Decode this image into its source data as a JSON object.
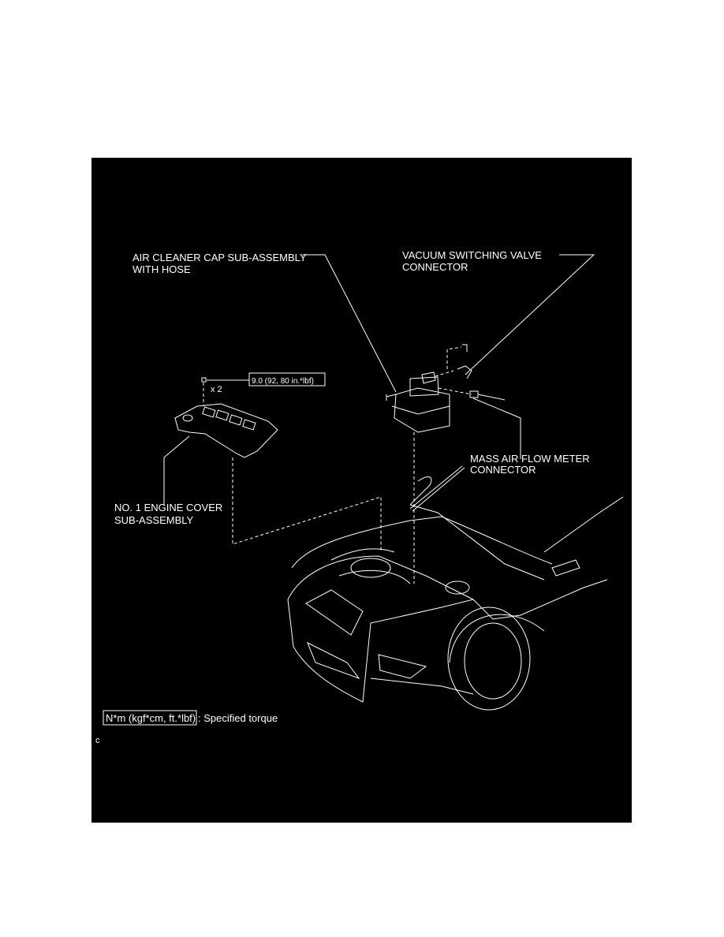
{
  "figure": {
    "labels": {
      "air_cleaner_line1": "AIR CLEANER CAP SUB-ASSEMBLY",
      "air_cleaner_line2": "WITH HOSE",
      "vsv_line1": "VACUUM SWITCHING VALVE",
      "vsv_line2": "CONNECTOR",
      "maf_line1": "MASS AIR FLOW METER",
      "maf_line2": "CONNECTOR",
      "engine_cover_line1": "NO. 1 ENGINE COVER",
      "engine_cover_line2": "SUB-ASSEMBLY"
    },
    "torque_value": "9.0 (92, 80 in.*lbf)",
    "quantity": "x 2",
    "legend": {
      "unit_box": "N*m (kgf*cm, ft.*lbf)",
      "description": ": Specified torque"
    },
    "corner_mark": "c",
    "colors": {
      "background": "#000000",
      "lines": "#ffffff",
      "page": "#ffffff"
    }
  }
}
